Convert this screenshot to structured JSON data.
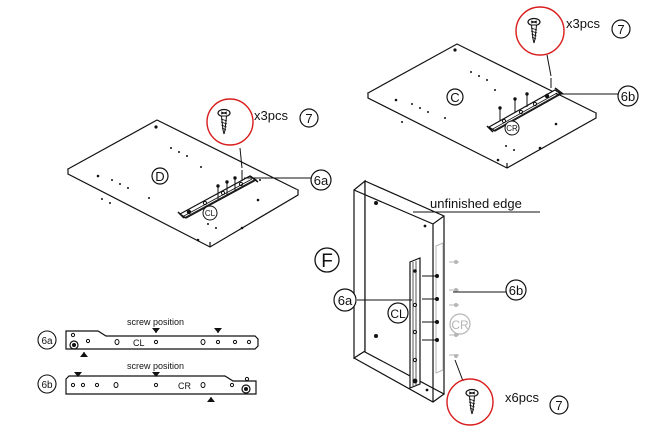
{
  "panels": {
    "D": {
      "letter": "D",
      "rail": "CL",
      "rail_ref": "6a",
      "screw_qty": "x3pcs",
      "screw_ref": "7"
    },
    "C": {
      "letter": "C",
      "rail": "CR",
      "rail_ref": "6b",
      "screw_qty": "x3pcs",
      "screw_ref": "7"
    },
    "F": {
      "letter": "F",
      "rail_left": "CL",
      "rail_left_ref": "6a",
      "rail_right": "CR",
      "rail_right_ref": "6b",
      "screw_qty": "x6pcs",
      "screw_ref": "7",
      "edge_note": "unfinished edge"
    }
  },
  "legend": [
    {
      "ref": "6a",
      "caption": "screw position",
      "marking": "CL"
    },
    {
      "ref": "6b",
      "caption": "screw position",
      "marking": "CR"
    }
  ],
  "colors": {
    "line": "#111111",
    "panel": "#ffffff",
    "ghost": "#b5b5b5",
    "screw_circle": "#d91c1c"
  }
}
